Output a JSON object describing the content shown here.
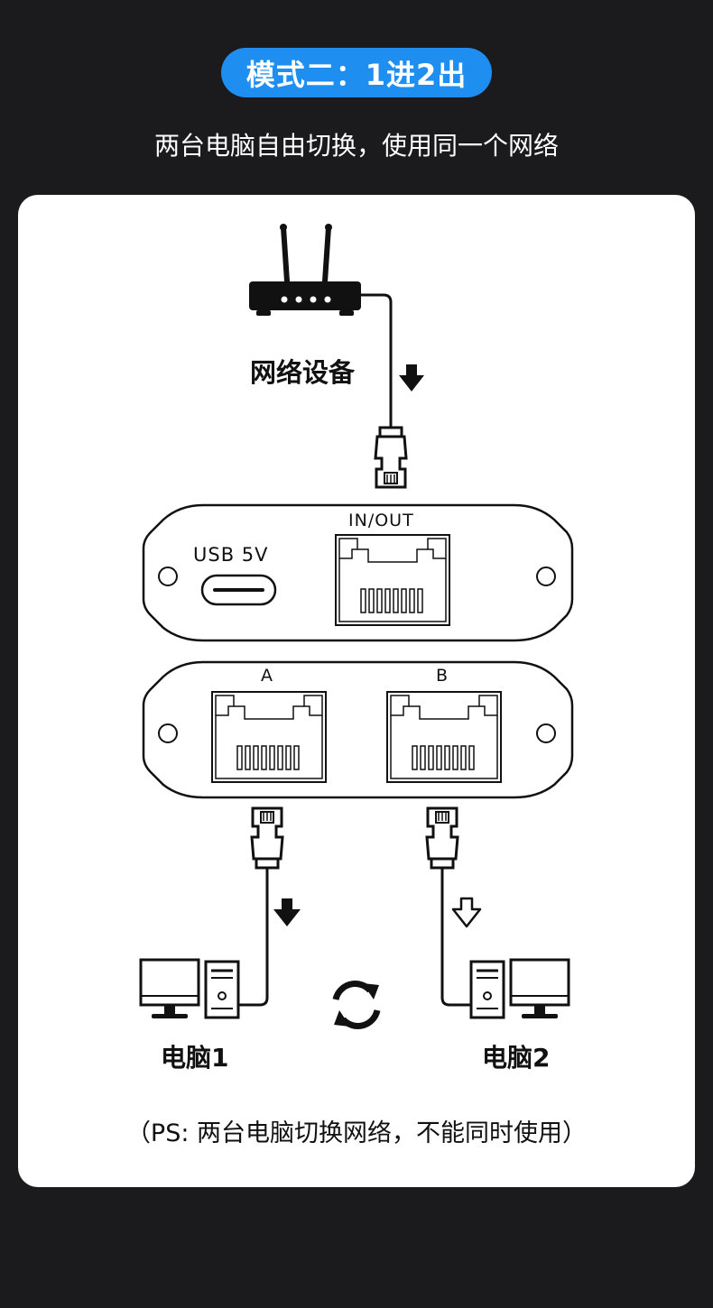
{
  "header": {
    "mode_title": "模式二：1进2出",
    "subtitle": "两台电脑自由切换，使用同一个网络"
  },
  "diagram": {
    "network_device_label": "网络设备",
    "port_in_out_label": "IN/OUT",
    "usb_label": "USB 5V",
    "port_a_label": "A",
    "port_b_label": "B",
    "computer1_label": "电脑1",
    "computer2_label": "电脑2"
  },
  "note": "（PS: 两台电脑切换网络，不能同时使用）",
  "colors": {
    "background": "#1b1b1d",
    "accent": "#1f8ef1",
    "card": "#ffffff",
    "line": "#111111"
  }
}
